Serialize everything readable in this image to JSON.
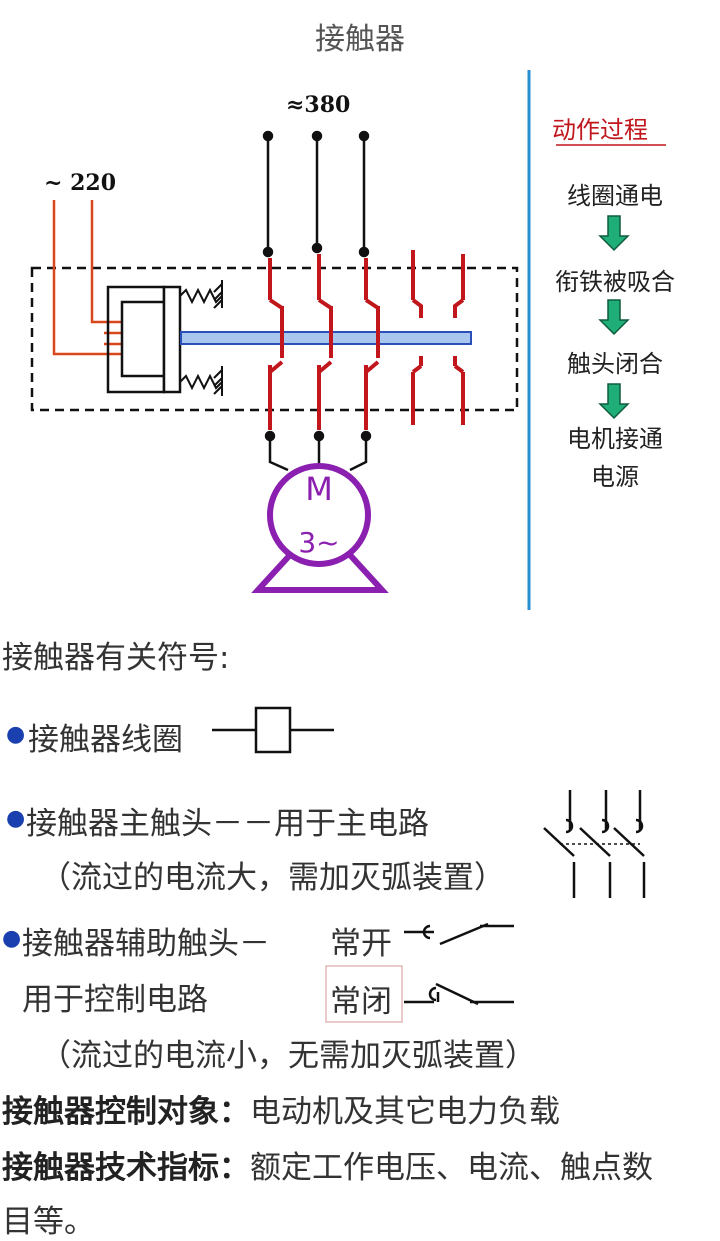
{
  "title": "接触器",
  "diagram": {
    "voltage_ac": "~ 220",
    "voltage_3phase": "≈380",
    "motor_letter": "M",
    "motor_phase": "3~",
    "colors": {
      "coil_wire": "#d9481c",
      "contact": "#c0161c",
      "armature_fill": "#a9c6ee",
      "armature_stroke": "#2b4fb8",
      "motor": "#8a1fb0",
      "divider": "#2a8fd0",
      "arrow_fill": "#1fae77"
    }
  },
  "process": {
    "heading": "动作过程",
    "steps": [
      "线圈通电",
      "衔铁被吸合",
      "触头闭合",
      "电机接通\n电源"
    ]
  },
  "symbols": {
    "heading": "接触器有关符号:",
    "coil_label": "接触器线圈",
    "main_contact_label": "接触器主触头－－用于主电路",
    "main_contact_note": "（流过的电流大，需加灭弧装置）",
    "aux_contact_label": "接触器辅助触头－",
    "aux_contact_label2": "用于控制电路",
    "aux_no": "常开",
    "aux_nc": "常闭",
    "aux_contact_note": "（流过的电流小，无需加灭弧装置）"
  },
  "control_object": {
    "label": "接触器控制对象：",
    "value": "电动机及其它电力负载"
  },
  "tech_spec": {
    "label": "接触器技术指标：",
    "value": "额定工作电压、电流、触点数",
    "value_cont": "目等。"
  }
}
